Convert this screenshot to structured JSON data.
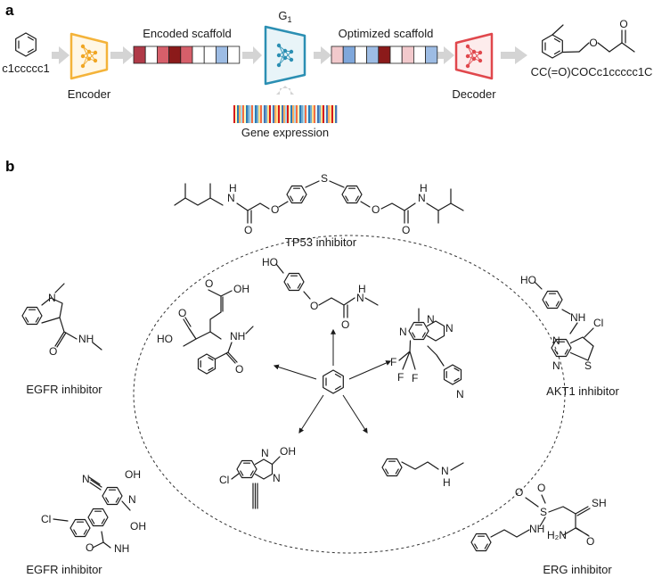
{
  "panel_a": {
    "label": "a",
    "input_smiles": "c1ccccc1",
    "encoder_label": "Encoder",
    "encoded_label": "Encoded scaffold",
    "generator_label": "G",
    "generator_subscript": "1",
    "gene_expression_label": "Gene expression",
    "optimized_label": "Optimized scaffold",
    "decoder_label": "Decoder",
    "output_smiles": "CC(=O)COCc1ccccc1C",
    "encoded_cells": [
      "#b03a48",
      "#ffffff",
      "#d65f6a",
      "#8b1a1a",
      "#d65f6a",
      "#ffffff",
      "#ffffff",
      "#9dbce4",
      "#ffffff"
    ],
    "optimized_cells": [
      "#f2c9cc",
      "#7fa7db",
      "#ffffff",
      "#9dbce4",
      "#8b1a1a",
      "#ffffff",
      "#f2c9cc",
      "#ffffff",
      "#9dbce4"
    ],
    "colors": {
      "encoder": "#f4b339",
      "generator": "#2b8fb3",
      "decoder": "#e0474c",
      "arrow": "#d4d4d4"
    }
  },
  "panel_b": {
    "label": "b",
    "tp53_label": "TP53 inhibitor",
    "egfr_label_1": "EGFR inhibitor",
    "egfr_label_2": "EGFR inhibitor",
    "akt1_label": "AKT1 inhibitor",
    "erg_label": "ERG inhibitor",
    "atoms": {
      "S": "S",
      "O": "O",
      "N": "N",
      "H": "H",
      "HO": "HO",
      "OH": "OH",
      "NH": "NH",
      "Cl": "Cl",
      "F": "F",
      "H2N": "H₂N",
      "SH": "SH"
    }
  }
}
